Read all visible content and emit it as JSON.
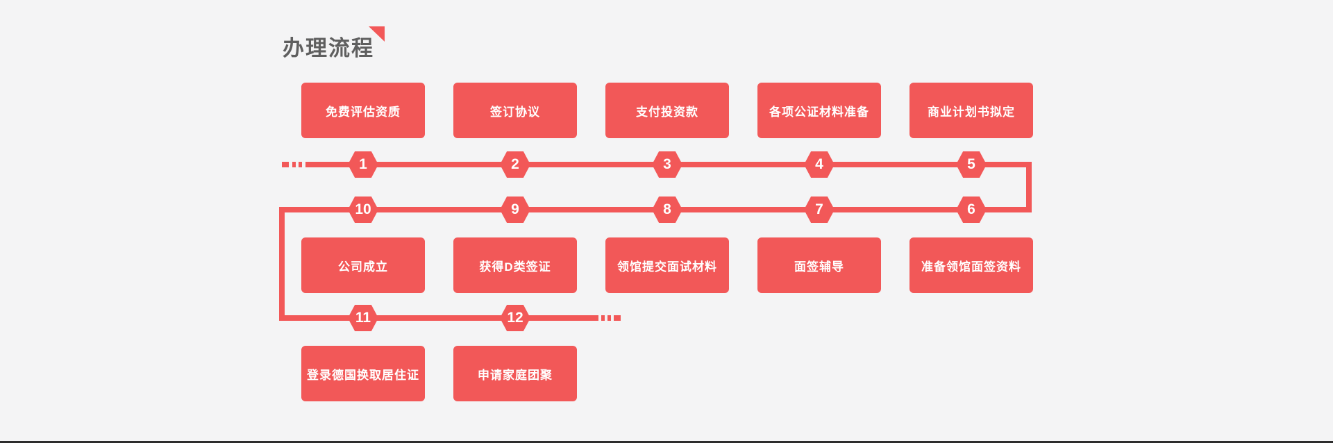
{
  "title": {
    "text": "办理流程"
  },
  "colors": {
    "red": "#f25858",
    "bg": "#f4f4f5",
    "gray": "#5f5f5f",
    "bar": "#2d2d2d"
  },
  "steps": [
    {
      "num": "1",
      "label": "免费评估资质"
    },
    {
      "num": "2",
      "label": "签订协议"
    },
    {
      "num": "3",
      "label": "支付投资款"
    },
    {
      "num": "4",
      "label": "各项公证材料准备"
    },
    {
      "num": "5",
      "label": "商业计划书拟定"
    },
    {
      "num": "6",
      "label": "准备领馆面签资料"
    },
    {
      "num": "7",
      "label": "面签辅导"
    },
    {
      "num": "8",
      "label": "领馆提交面试材料"
    },
    {
      "num": "9",
      "label": "获得D类签证"
    },
    {
      "num": "10",
      "label": "公司成立"
    },
    {
      "num": "11",
      "label": "登录德国换取居住证"
    },
    {
      "num": "12",
      "label": "申请家庭团聚"
    }
  ]
}
